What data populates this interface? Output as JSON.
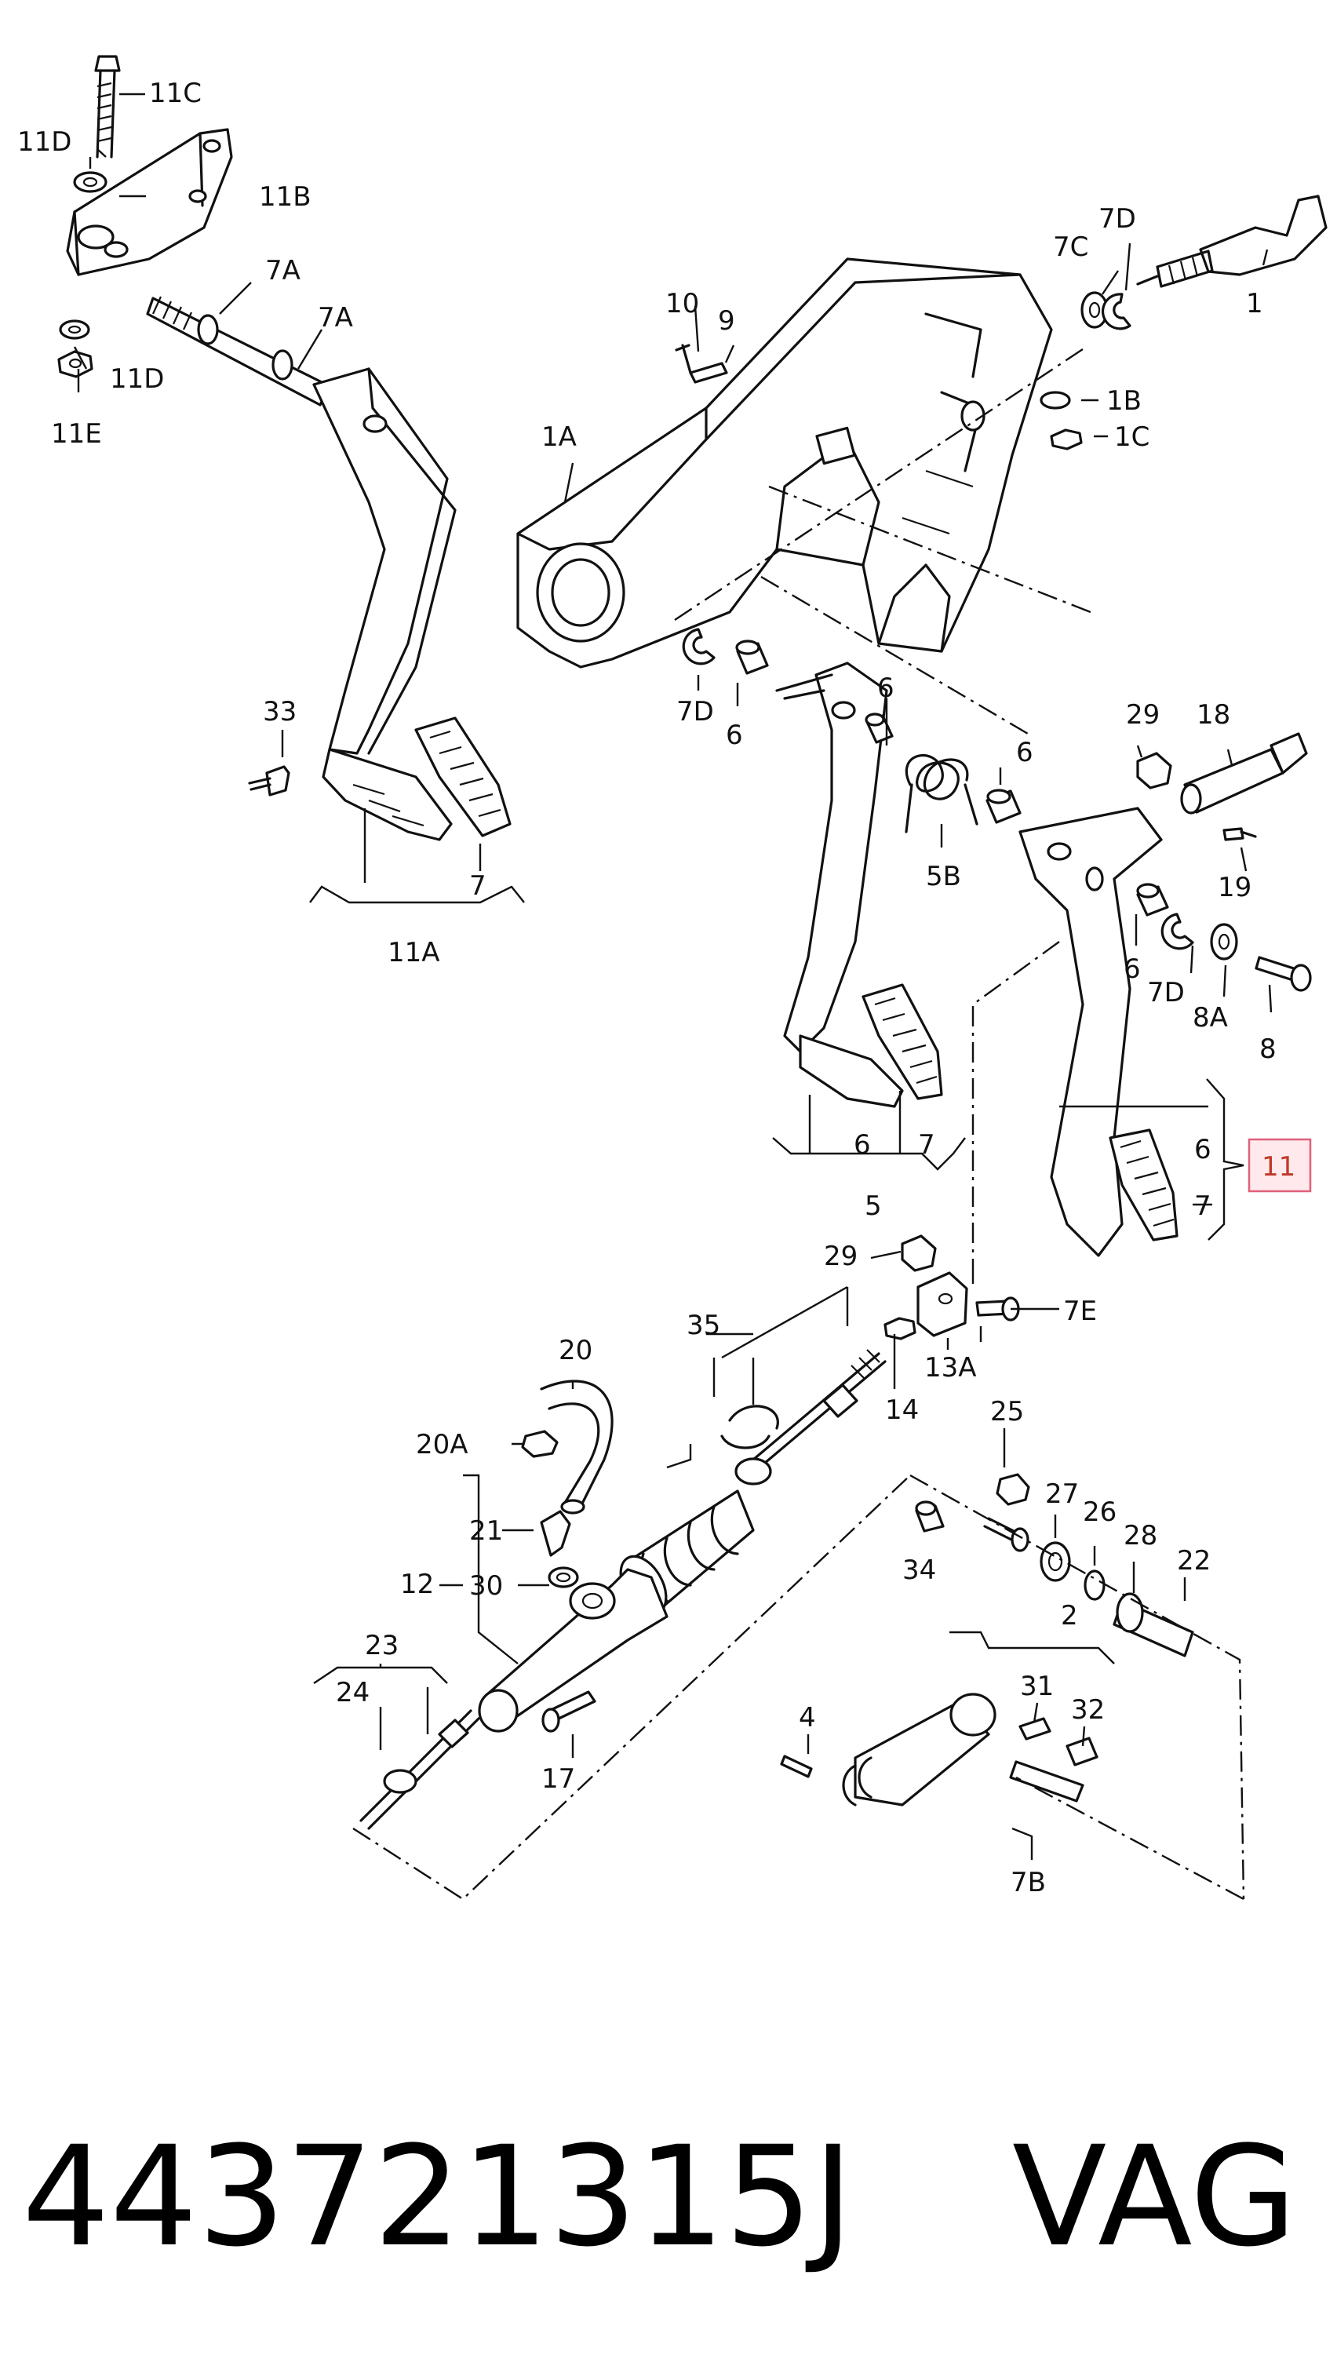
{
  "labels": {
    "l11C": "11C",
    "l11D_top": "11D",
    "l11B": "11B",
    "l7A_1": "7A",
    "l7A_2": "7A",
    "l11D_bot": "11D",
    "l11E": "11E",
    "l33": "33",
    "l7_left": "7",
    "l11A": "11A",
    "l10": "10",
    "l9": "9",
    "l1A": "1A",
    "l7D_top": "7D",
    "l7C": "7C",
    "l1": "1",
    "l1B": "1B",
    "l1C": "1C",
    "l7D_mid": "7D",
    "l6_a": "6",
    "l6_b": "6",
    "l5B": "5B",
    "l6_c": "6",
    "l6_d": "6",
    "l7_mid": "7",
    "l5": "5",
    "l29_top": "29",
    "l18": "18",
    "l19": "19",
    "l6_e": "6",
    "l7D_right": "7D",
    "l8A": "8A",
    "l8": "8",
    "l6_f": "6",
    "l7_right": "7",
    "l11": "11",
    "l29_bot": "29",
    "l7E": "7E",
    "l13A": "13A",
    "l14": "14",
    "l35": "35",
    "l20": "20",
    "l20A": "20A",
    "l21": "21",
    "l12": "12",
    "l30": "30",
    "l23": "23",
    "l24": "24",
    "l17": "17",
    "l25": "25",
    "l27": "27",
    "l26": "26",
    "l28": "28",
    "l34": "34",
    "l22": "22",
    "l2": "2",
    "l31": "31",
    "l32": "32",
    "l4": "4",
    "l7B": "7B"
  },
  "highlighted_part": "11",
  "caption": {
    "part_number": "443721315J",
    "brand": "VAG"
  }
}
